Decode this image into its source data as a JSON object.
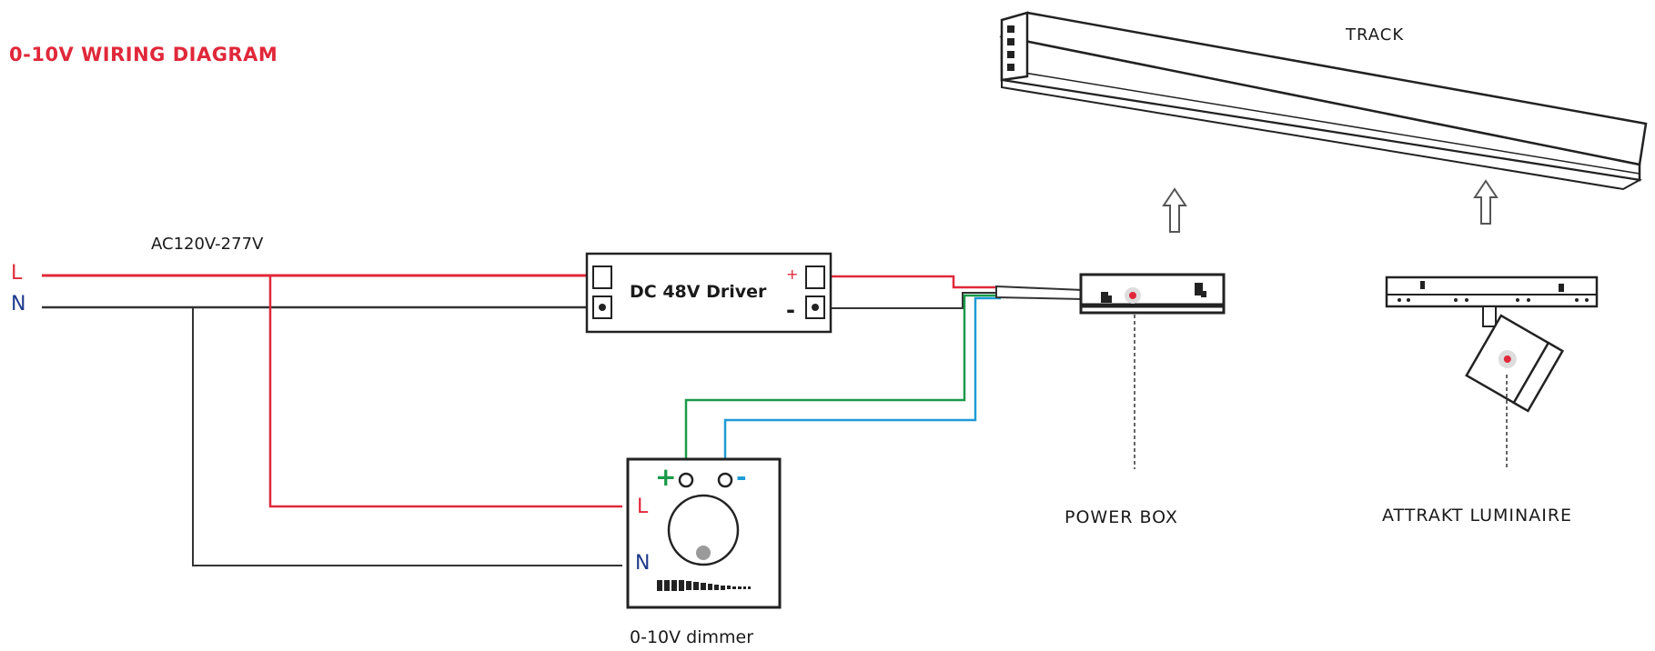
{
  "title": "0-10V WIRING DIAGRAM",
  "labels": {
    "supply": "AC120V-277V",
    "line": "L",
    "neutral": "N",
    "driver": "DC 48V Driver",
    "driver_plus": "+",
    "driver_minus": "-",
    "dimmer": "0-10V dimmer",
    "dimmer_plus": "+",
    "dimmer_minus": "-",
    "dimmer_line": "L",
    "dimmer_neutral": "N",
    "track": "TRACK",
    "power_box": "POWER BOX",
    "luminaire": "ATTRAKT LUMINAIRE"
  },
  "colors": {
    "live_wire": "#e0283a",
    "neutral_wire": "#333333",
    "dim_plus_wire": "#1a9a4a",
    "dim_minus_wire": "#1e9bd7",
    "title": "#e0283a",
    "neutral_label": "#1f3a8c"
  }
}
